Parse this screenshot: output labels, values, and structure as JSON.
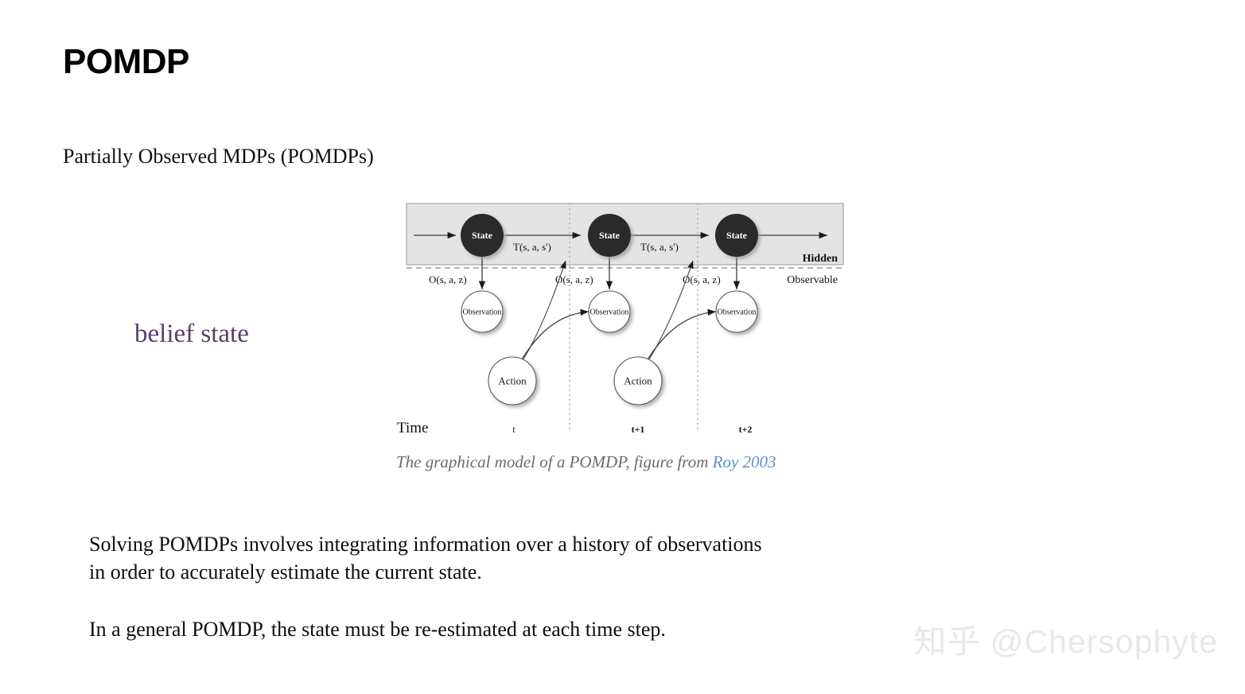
{
  "slide": {
    "title": "POMDP",
    "subtitle": "Partially Observed MDPs (POMDPs)",
    "annotation": "belief state",
    "accent_purple": "#5a3d6b",
    "link_blue": "#5b8fc9",
    "background": "#ffffff"
  },
  "figure": {
    "hidden_label": "Hidden",
    "observable_label": "Observable",
    "time_label": "Time",
    "time_ticks": [
      "t",
      "t+1",
      "t+2"
    ],
    "state_nodes": [
      {
        "label": "State"
      },
      {
        "label": "State"
      },
      {
        "label": "State"
      }
    ],
    "observation_nodes": [
      {
        "label": "Observation"
      },
      {
        "label": "Observation"
      },
      {
        "label": "Observation"
      }
    ],
    "action_nodes": [
      {
        "label": "Action"
      },
      {
        "label": "Action"
      }
    ],
    "transition_labels": [
      "T(s, a, s')",
      "T(s, a, s')"
    ],
    "observation_labels": [
      "O(s, a, z)",
      "O(s, a, z)",
      "O(s, a, z)"
    ],
    "hidden_box_fill": "#e4e4e4",
    "state_fill": "#2b2b2b",
    "state_text_color": "#ffffff",
    "node_stroke": "#555555"
  },
  "caption": {
    "text": "The graphical model of a POMDP, figure from ",
    "link_text": "Roy 2003"
  },
  "body": {
    "paragraph1": "Solving POMDPs involves integrating information over a history of observations\nin order to accurately estimate the current state.",
    "paragraph2": "In a general POMDP, the state must be re-estimated at each time step."
  },
  "watermark": {
    "text": "知乎 @Chersophyte"
  }
}
